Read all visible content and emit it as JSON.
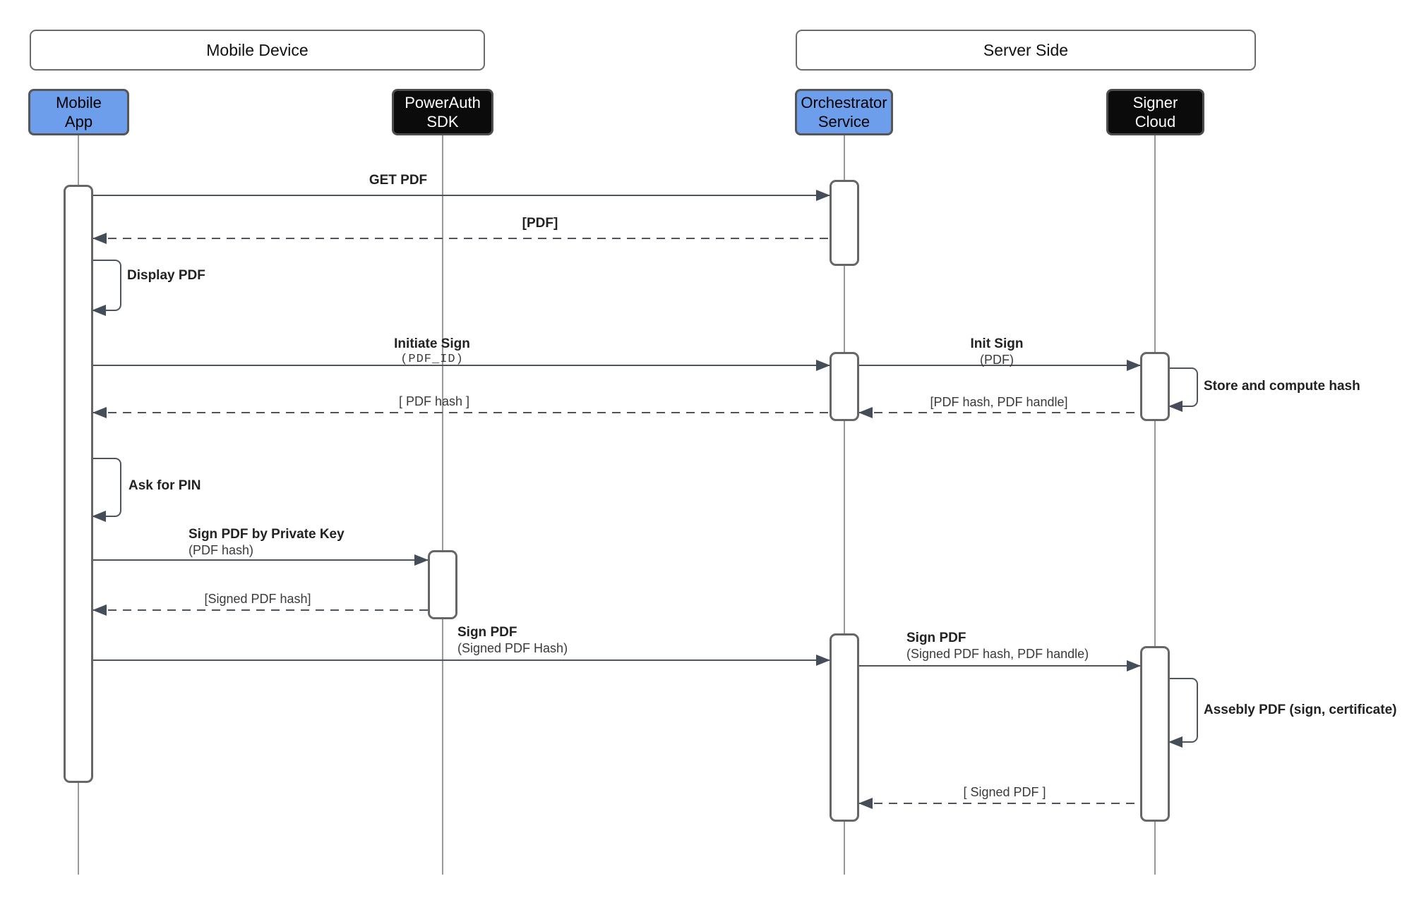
{
  "frames": {
    "mobile_device": {
      "label": "Mobile Device"
    },
    "server_side": {
      "label": "Server Side"
    }
  },
  "actors": {
    "mobile_app": {
      "label": "Mobile\nApp"
    },
    "powerauth_sdk": {
      "label": "PowerAuth\nSDK"
    },
    "orchestrator_service": {
      "label": "Orchestrator\nService"
    },
    "signer_cloud": {
      "label": "Signer\nCloud"
    }
  },
  "messages": {
    "get_pdf": {
      "title": "GET PDF"
    },
    "return_pdf": {
      "title": "[PDF]"
    },
    "display_pdf": {
      "title": "Display PDF"
    },
    "initiate_sign": {
      "title": "Initiate Sign",
      "param": "(PDF_ID)"
    },
    "init_sign": {
      "title": "Init Sign",
      "param": "(PDF)"
    },
    "store_compute_hash": {
      "title": "Store and compute hash"
    },
    "return_pdf_hash_handle": {
      "title": "[PDF hash, PDF handle]"
    },
    "return_pdf_hash": {
      "title": "[ PDF hash ]"
    },
    "ask_for_pin": {
      "title": "Ask for PIN"
    },
    "sign_pdf_private_key": {
      "title": "Sign PDF by Private Key",
      "param": "(PDF hash)"
    },
    "return_signed_pdf_hash": {
      "title": "[Signed PDF hash]"
    },
    "sign_pdf_app": {
      "title": "Sign PDF",
      "param": "(Signed PDF Hash)"
    },
    "sign_pdf_server": {
      "title": "Sign PDF",
      "param": "(Signed PDF hash, PDF handle)"
    },
    "assembly_pdf": {
      "title": "Assebly PDF (sign, certificate)"
    },
    "return_signed_pdf": {
      "title": "[ Signed PDF ]"
    }
  },
  "colors": {
    "actor_fill_blue": "#6d9eeb",
    "actor_fill_black": "#0b0b0b",
    "actor_border": "#565656",
    "frame_border": "#6b6b6b",
    "activation_border": "#666666",
    "lifeline_gray": "#999999",
    "arrow_gray": "#4e555d",
    "label_text": "#222222"
  }
}
